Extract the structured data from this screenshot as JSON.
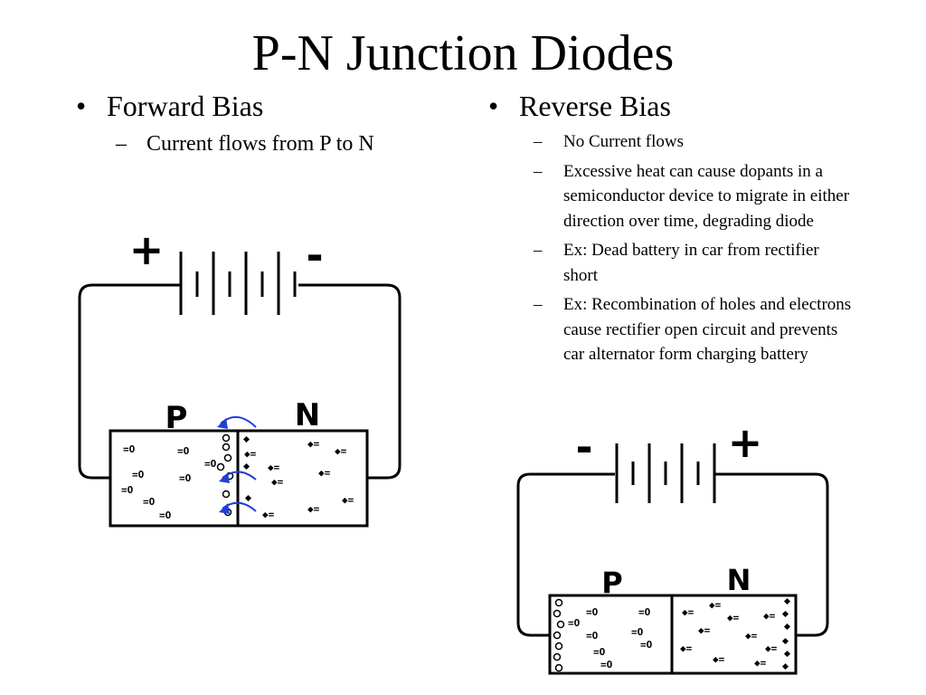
{
  "slide": {
    "title": "P-N Junction Diodes"
  },
  "forward": {
    "bullet": "•",
    "heading": "Forward Bias",
    "sub_items": [
      {
        "dash": "–",
        "text": "Current flows from P to N"
      }
    ],
    "diagram": {
      "plus": "+",
      "minus": "-",
      "p_label": "P",
      "n_label": "N"
    }
  },
  "reverse": {
    "bullet": "•",
    "heading": "Reverse Bias",
    "sub_items": [
      {
        "dash": "–",
        "text": "No Current flows"
      },
      {
        "dash": "–",
        "text": "Excessive heat can cause dopants in a semiconductor device to migrate in either direction over time, degrading diode"
      },
      {
        "dash": "–",
        "text": "Ex: Dead battery in car from rectifier short"
      },
      {
        "dash": "–",
        "text": "Ex: Recombination of holes and electrons cause rectifier open circuit and prevents car alternator form charging battery"
      }
    ],
    "diagram": {
      "minus": "-",
      "plus": "+",
      "p_label": "P",
      "n_label": "N"
    }
  },
  "carriers": {
    "hole": "=O",
    "electron": "◆="
  },
  "colors": {
    "arrow": "#1f3fd9",
    "line": "#000000"
  }
}
